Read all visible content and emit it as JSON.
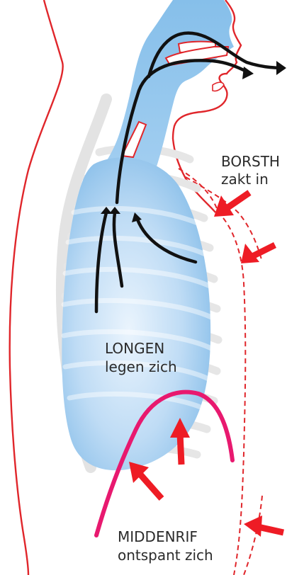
{
  "labels": {
    "chest": [
      "BORSTH",
      "zakt in"
    ],
    "lungs": [
      "LONGEN",
      "legen zich"
    ],
    "diaphragm": [
      "MIDDENRIF",
      "ontspant zich"
    ]
  },
  "colors": {
    "outline": "#e0262b",
    "airway_fill": "#7fb8e6",
    "lung_fill": "#9ccbef",
    "skeleton": "#e3e3e3",
    "airflow_arrow": "#111111",
    "force_arrow": "#ee1c25",
    "diaphragm": "#e8196f",
    "text": "#2b2b2b"
  }
}
